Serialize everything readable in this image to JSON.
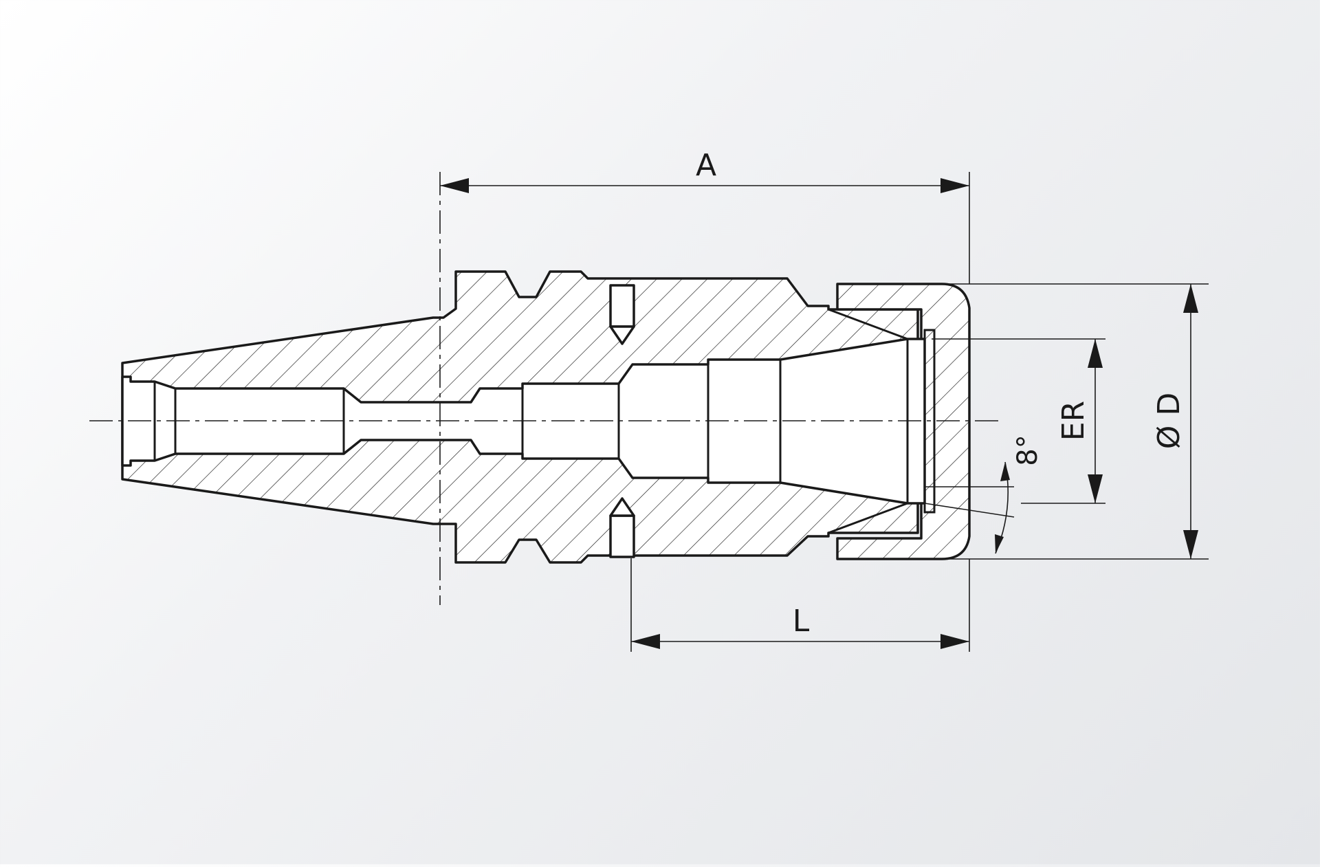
{
  "drawing": {
    "subject": "collet-chuck-holder-cross-section",
    "dimensions": {
      "a_label": "A",
      "l_label": "L",
      "er_label": "ER",
      "d_label": "Ø D",
      "angle_label": "8°"
    }
  },
  "colors": {
    "line": "#1a1a1a",
    "background": "#eceef0"
  }
}
